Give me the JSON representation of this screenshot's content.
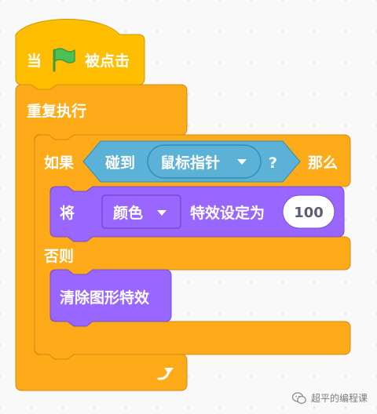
{
  "colors": {
    "events": "#ffbf00",
    "events_stroke": "#cc9900",
    "control": "#ffab19",
    "control_stroke": "#cf8b17",
    "sensing": "#5cb1d6",
    "sensing_stroke": "#2e8eb8",
    "looks": "#9966ff",
    "looks_stroke": "#774dcb",
    "flag_green": "#4cbf56",
    "field_text": "#575e75"
  },
  "icons": {
    "flag": "green-flag-icon",
    "repeat": "repeat-arrow-icon",
    "dropdown": "dropdown-arrow-icon",
    "watermark": "wechat-icon"
  },
  "hat_block": {
    "prefix": "当",
    "suffix": "被点击"
  },
  "forever_block": {
    "label": "重复执行"
  },
  "if_else_block": {
    "if_label": "如果",
    "then_label": "那么",
    "else_label": "否则"
  },
  "touching_block": {
    "label": "碰到",
    "target": "鼠标指针",
    "question": "?"
  },
  "set_effect_block": {
    "prefix": "将",
    "effect": "颜色",
    "suffix": "特效设定为",
    "value": "100"
  },
  "clear_effects_block": {
    "label": "清除图形特效"
  },
  "watermark": {
    "text": "超平的编程课"
  }
}
